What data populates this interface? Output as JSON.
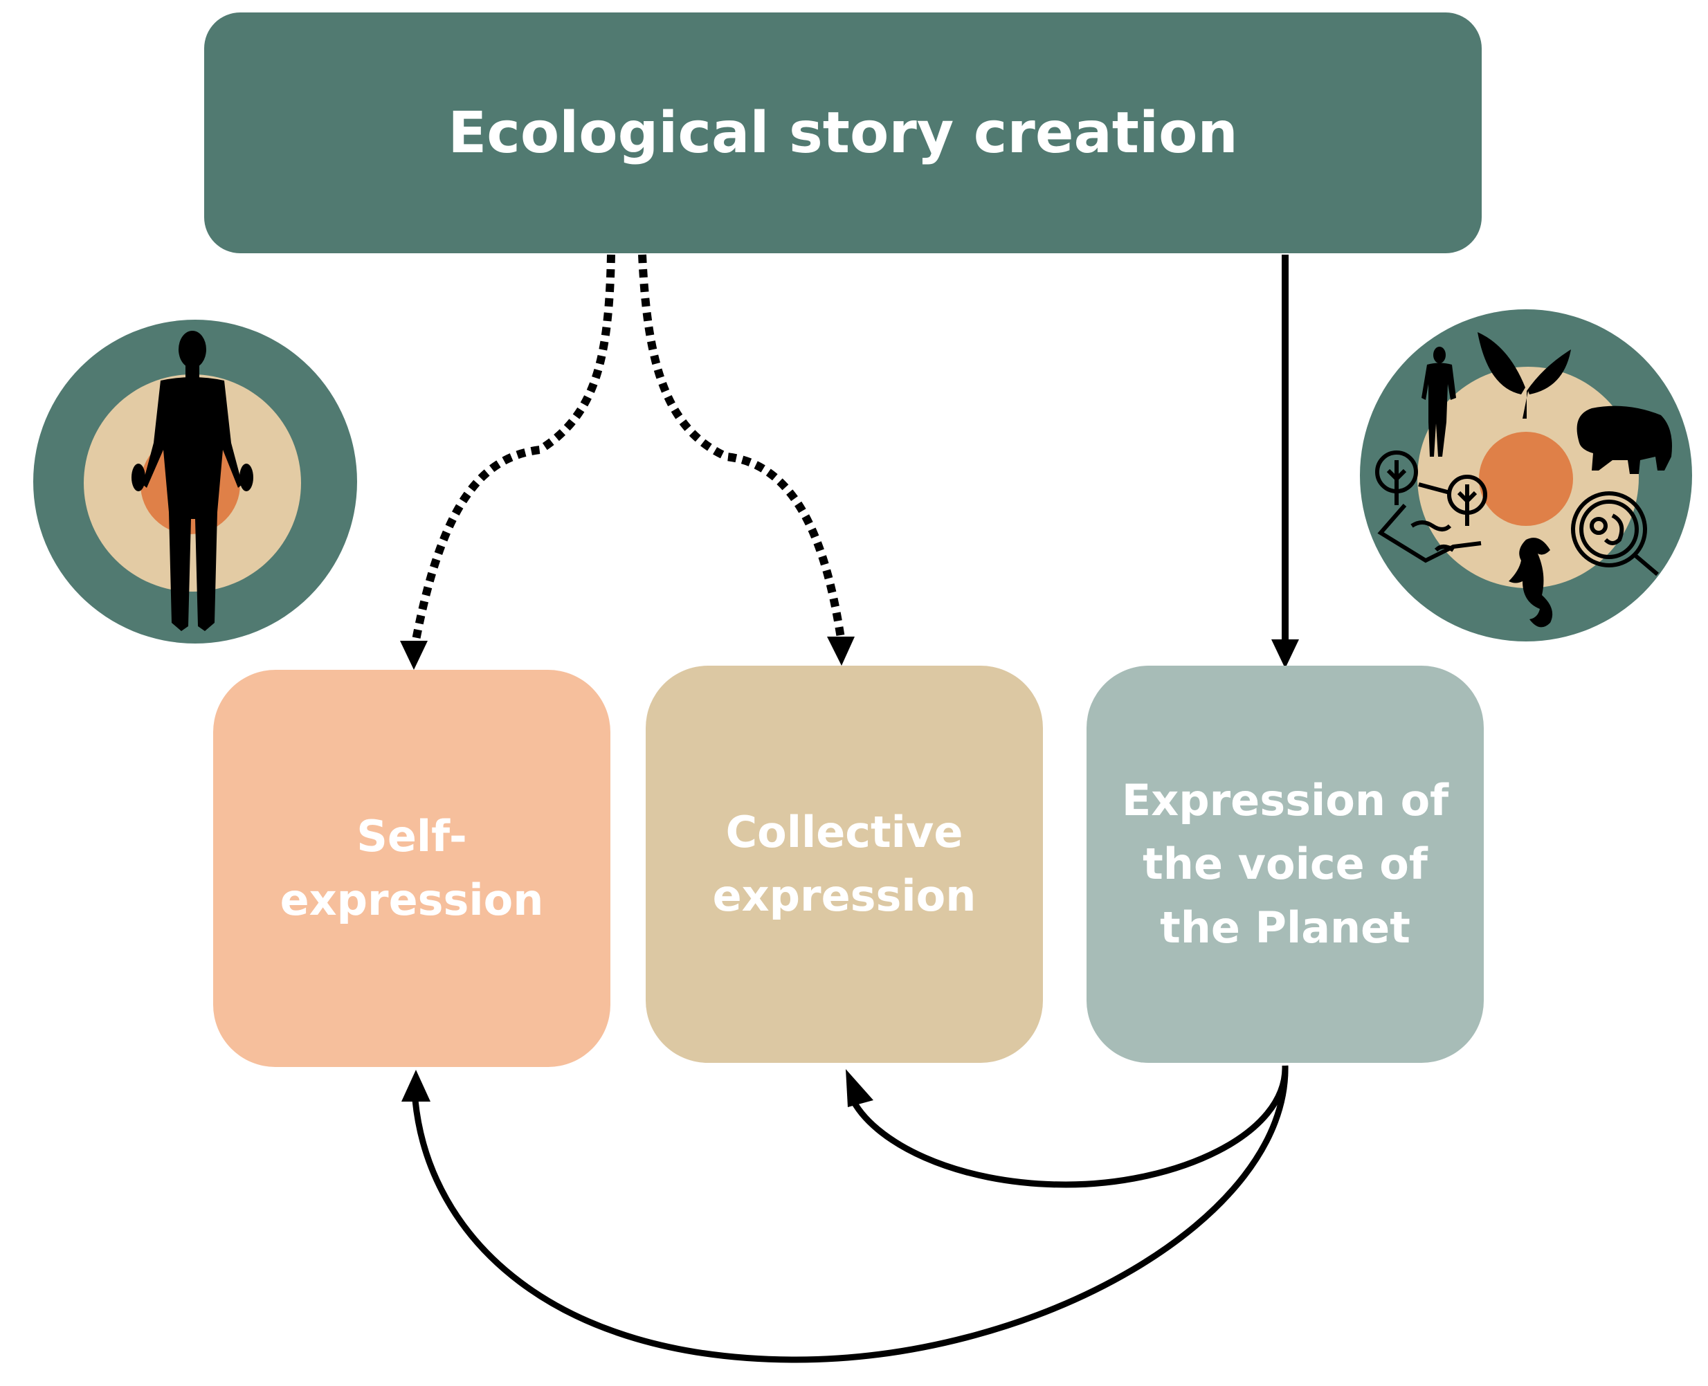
{
  "title": "Ecological story creation",
  "boxes": {
    "self": [
      "Self-",
      "expression"
    ],
    "collective": [
      "Collective",
      "expression"
    ],
    "planet": [
      "Expression of",
      "the voice of",
      "the Planet"
    ]
  },
  "icons": {
    "left": "human-figure-icon",
    "right": "planet-ecosystem-icon"
  },
  "colors": {
    "title_bg": "#517a71",
    "self_bg": "#f6bf9c",
    "collective_bg": "#dcc8a3",
    "planet_bg": "#a7bcb7",
    "circle_outer": "#517a71",
    "circle_inner": "#e3cba4",
    "circle_core": "#df8048",
    "ink": "#000000"
  }
}
